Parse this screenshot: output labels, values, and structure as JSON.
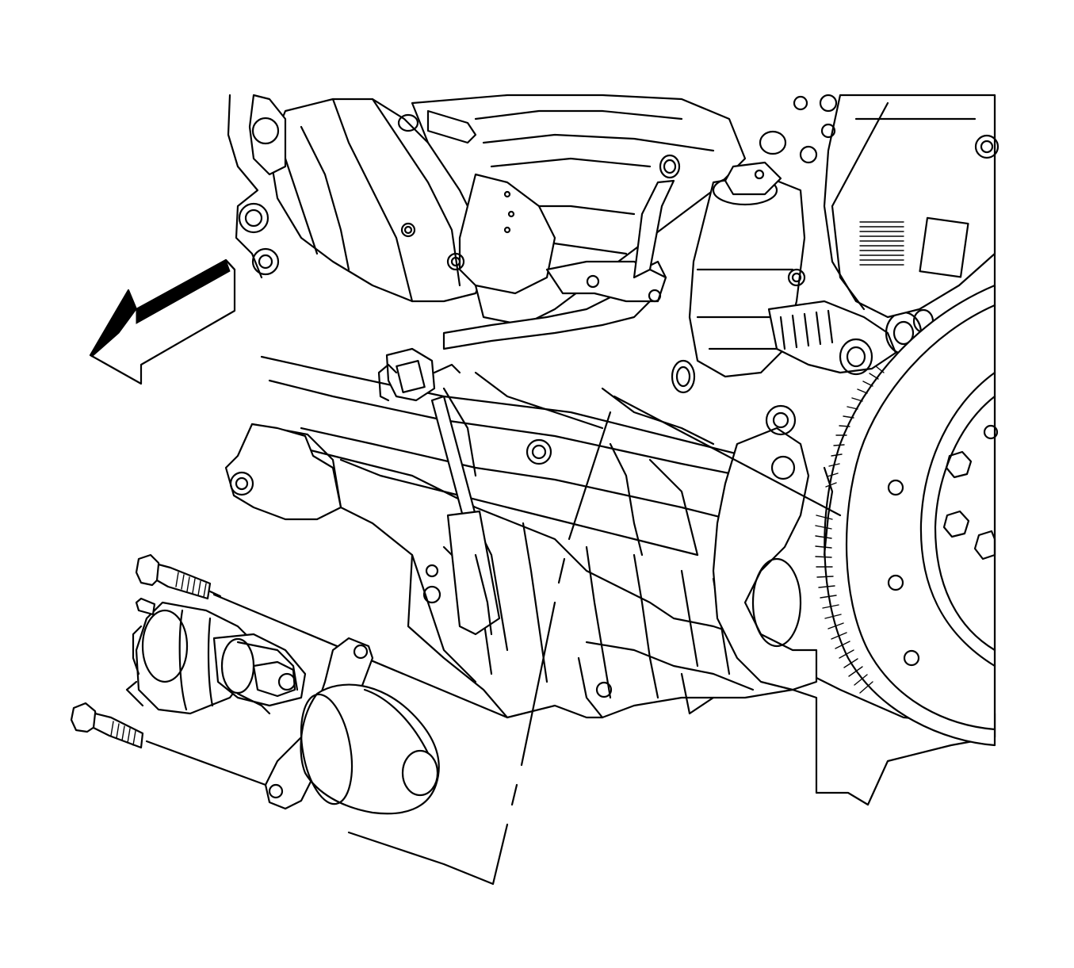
{
  "figure": {
    "kind": "exploded-view line illustration",
    "colors": {
      "line": "#000000",
      "background": "#ffffff"
    },
    "parts": [
      "engine-block",
      "intake-manifold",
      "flywheel",
      "starter-motor",
      "starter-upper-bolt",
      "starter-lower-bolt",
      "direction-arrow"
    ],
    "arrow_icon": "front-direction-arrow"
  }
}
